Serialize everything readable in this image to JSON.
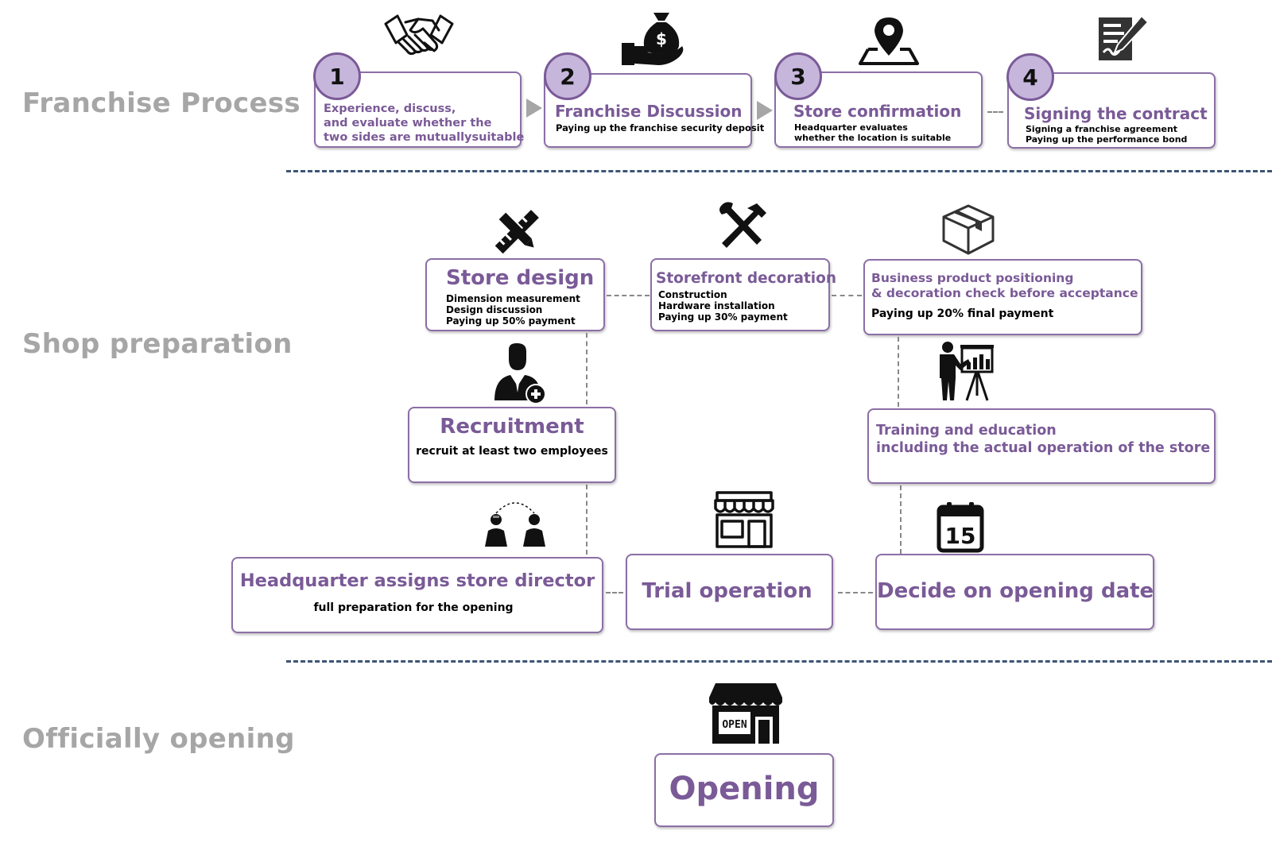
{
  "sections": {
    "franchise": "Franchise Process",
    "shop": "Shop preparation",
    "opening": "Officially opening"
  },
  "steps": [
    {
      "num": "1",
      "title": "",
      "lines": [
        "Experience, discuss,",
        "and evaluate whether the",
        "two sides are mutuallysuitable"
      ]
    },
    {
      "num": "2",
      "title": "Franchise Discussion",
      "lines": [
        "Paying up the franchise security deposit"
      ]
    },
    {
      "num": "3",
      "title": "Store confirmation",
      "lines": [
        "Headquarter evaluates",
        "whether the location is suitable"
      ]
    },
    {
      "num": "4",
      "title": "Signing the contract",
      "lines": [
        "Signing a franchise agreement",
        "Paying up the performance bond"
      ]
    }
  ],
  "prep": {
    "store_design": {
      "title": "Store design",
      "lines": [
        "Dimension measurement",
        "Design discussion",
        "Paying up 50% payment"
      ]
    },
    "storefront": {
      "title": "Storefront decoration",
      "lines": [
        "Construction",
        "Hardware installation",
        "Paying up 30% payment"
      ]
    },
    "business": {
      "title_lines": [
        "Business product positioning",
        "& decoration check before acceptance"
      ],
      "sub": "Paying up 20% final payment"
    },
    "recruitment": {
      "title": "Recruitment",
      "sub": "recruit at least two employees"
    },
    "training": {
      "lines": [
        "Training and education",
        "including the actual operation of the store"
      ]
    },
    "hq": {
      "title": "Headquarter assigns store director",
      "sub": "full preparation for the opening"
    },
    "trial": {
      "title": "Trial operation"
    },
    "decide": {
      "title": "Decide on opening date"
    }
  },
  "opening": {
    "title": "Opening",
    "sign_text": "OPEN"
  },
  "calendar_day": "15",
  "dollar_sign": "$",
  "icons": [
    "handshake-icon",
    "money-bag-hand-icon",
    "map-pin-icon",
    "contract-pen-icon",
    "ruler-pencil-icon",
    "hammer-wrench-icon",
    "box-icon",
    "recruit-person-icon",
    "presentation-icon",
    "two-people-icon",
    "storefront-icon",
    "calendar-icon",
    "open-store-icon"
  ],
  "colors": {
    "accent": "#7a5a97",
    "circle_fill": "#c6b6dc",
    "section_gray": "#a6a6a6",
    "separator": "#3d5577"
  }
}
